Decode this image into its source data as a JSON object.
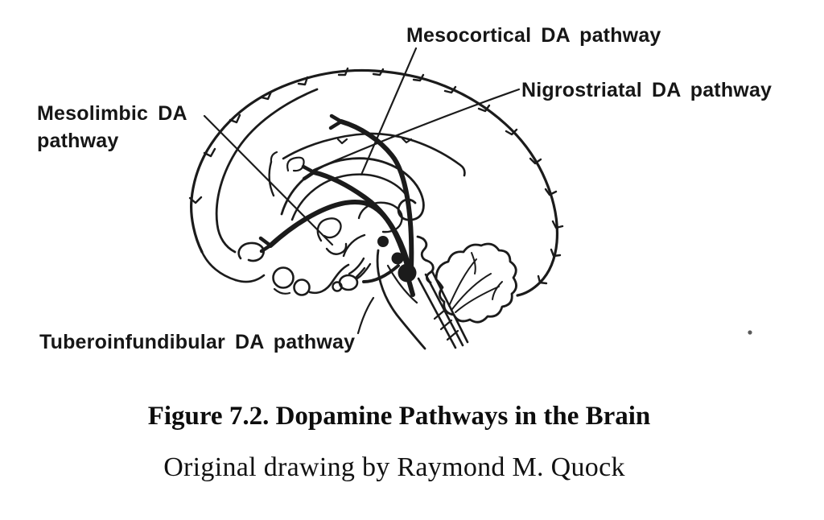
{
  "page": {
    "background_color": "#ffffff",
    "ink_color": "#1b1b1b"
  },
  "diagram": {
    "type": "anatomical line drawing, midsagittal human brain",
    "labels": {
      "mesocortical": "Mesocortical DA pathway",
      "nigrostriatal": "Nigrostriatal DA pathway",
      "mesolimbic": "Mesolimbic DA pathway",
      "tuberoinfundibular": "Tuberoinfundibular DA pathway"
    }
  },
  "caption": {
    "title": "Figure 7.2.  Dopamine Pathways in the Brain",
    "credit": "Original drawing by Raymond M. Quock"
  }
}
